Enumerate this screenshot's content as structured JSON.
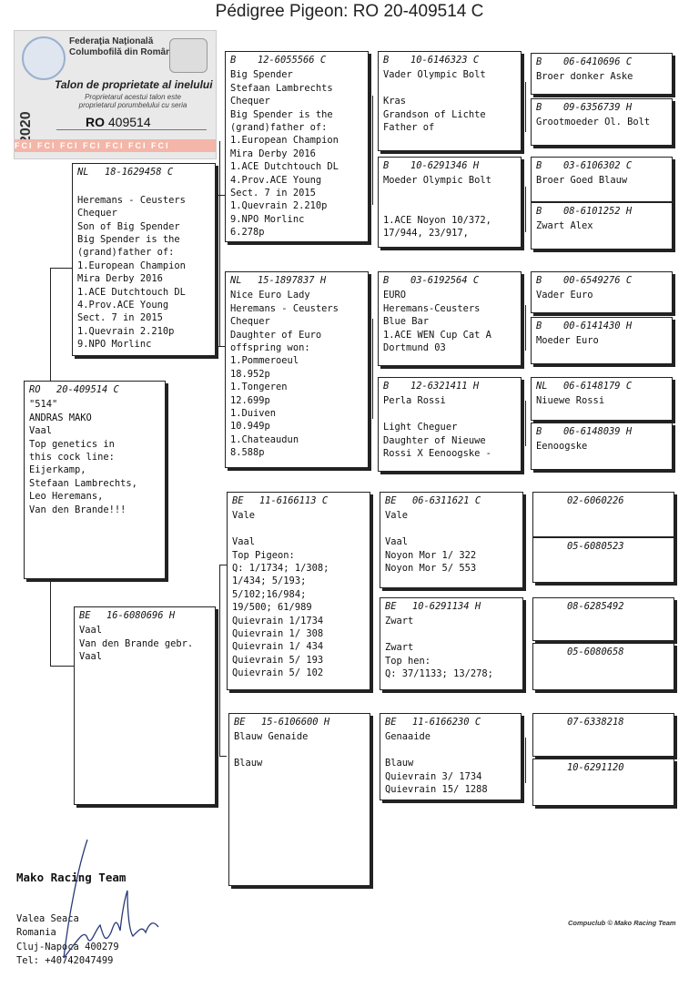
{
  "title": "Pédigree Pigeon: RO  20-409514 C",
  "stamp": {
    "federation": "Federația Națională\nColumbofilă din România",
    "talon": "Talon de proprietate al inelului",
    "note": "Proprietarul acestui talon este\nproprietarul porumbelului cu seria",
    "ring_prefix": "RO",
    "ring_number": "409514",
    "year": "2020",
    "strip": "FCI  FCI  FCI  FCI  FCI  FCI  FCI"
  },
  "subject": {
    "country": "RO",
    "ring": "20-409514 C",
    "text": "\"514\"\nANDRAS MAKO\nVaal\nTop genetics in\nthis cock line:\nEijerkamp,\nStefaan Lambrechts,\nLeo Heremans,\nVan den Brande!!!"
  },
  "father": {
    "country": "NL",
    "ring": "18-1629458 C",
    "text": "\nHeremans - Ceusters\nChequer\nSon of Big Spender\nBig Spender is the\n(grand)father of:\n1.European Champion\nMira Derby 2016\n1.ACE Dutchtouch DL\n4.Prov.ACE Young\nSect. 7 in 2015\n1.Quevrain 2.210p\n9.NPO Morlinc"
  },
  "mother": {
    "country": "BE",
    "ring": "16-6080696 H",
    "text": "Vaal\nVan den Brande gebr.\nVaal"
  },
  "gen2": [
    {
      "country": "B",
      "ring": "12-6055566 C",
      "text": "Big Spender\nStefaan Lambrechts\nChequer\nBig Spender is the\n(grand)father of:\n1.European Champion\nMira Derby 2016\n1.ACE Dutchtouch DL\n4.Prov.ACE Young\nSect. 7 in 2015\n1.Quevrain 2.210p\n9.NPO Morlinc\n6.278p"
    },
    {
      "country": "NL",
      "ring": "15-1897837 H",
      "text": "Nice Euro Lady\nHeremans - Ceusters\nChequer\nDaughter of Euro\noffspring won:\n1.Pommeroeul\n18.952p\n1.Tongeren\n12.699p\n1.Duiven\n10.949p\n1.Chateaudun\n8.588p"
    },
    {
      "country": "BE",
      "ring": "11-6166113 C",
      "text": "Vale\n\nVaal\nTop Pigeon:\nQ: 1/1734; 1/308;\n1/434; 5/193;\n5/102;16/984;\n19/500; 61/989\nQuievrain 1/1734\nQuievrain 1/ 308\nQuievrain 1/ 434\nQuievrain 5/ 193\nQuievrain 5/ 102"
    },
    {
      "country": "BE",
      "ring": "15-6106600 H",
      "text": "Blauw Genaide\n\nBlauw"
    }
  ],
  "gen3": [
    {
      "country": "B",
      "ring": "10-6146323 C",
      "text": "Vader Olympic Bolt\n\nKras\nGrandson of Lichte\nFather of"
    },
    {
      "country": "B",
      "ring": "10-6291346 H",
      "text": "Moeder Olympic Bolt\n\n\n1.ACE Noyon 10/372,\n17/944, 23/917,"
    },
    {
      "country": "B",
      "ring": "03-6192564 C",
      "text": "EURO\nHeremans-Ceusters\nBlue Bar\n1.ACE WEN Cup Cat A\nDortmund 03"
    },
    {
      "country": "B",
      "ring": "12-6321411 H",
      "text": "Perla Rossi\n\nLight Cheguer\nDaughter of Nieuwe\nRossi X Eenoogske -"
    },
    {
      "country": "BE",
      "ring": "06-6311621 C",
      "text": "Vale\n\nVaal\nNoyon Mor 1/ 322\nNoyon Mor 5/ 553"
    },
    {
      "country": "BE",
      "ring": "10-6291134 H",
      "text": "Zwart\n\nZwart\nTop hen:\nQ: 37/1133; 13/278;"
    },
    {
      "country": "BE",
      "ring": "11-6166230 C",
      "text": "Genaaide\n\nBlauw\nQuievrain 3/ 1734\nQuievrain 15/ 1288"
    }
  ],
  "gen4": [
    {
      "country": "B",
      "ring": "06-6410696 C",
      "text": "Broer donker Aske"
    },
    {
      "country": "B",
      "ring": "09-6356739 H",
      "text": "Grootmoeder Ol. Bolt"
    },
    {
      "country": "B",
      "ring": "03-6106302 C",
      "text": "Broer Goed Blauw"
    },
    {
      "country": "B",
      "ring": "08-6101252 H",
      "text": "Zwart Alex"
    },
    {
      "country": "B",
      "ring": "00-6549276 C",
      "text": "Vader Euro"
    },
    {
      "country": "B",
      "ring": "00-6141430 H",
      "text": "Moeder Euro"
    },
    {
      "country": "NL",
      "ring": "06-6148179 C",
      "text": "Niuewe Rossi"
    },
    {
      "country": "B",
      "ring": "06-6148039 H",
      "text": "Eenoogske"
    },
    {
      "country": "",
      "ring": "02-6060226",
      "text": ""
    },
    {
      "country": "",
      "ring": "05-6080523",
      "text": ""
    },
    {
      "country": "",
      "ring": "08-6285492",
      "text": ""
    },
    {
      "country": "",
      "ring": "05-6080658",
      "text": ""
    },
    {
      "country": "",
      "ring": "07-6338218",
      "text": ""
    },
    {
      "country": "",
      "ring": "10-6291120",
      "text": ""
    }
  ],
  "breeder": {
    "name": "Mako Racing Team",
    "lines": "Valea Seaca\nRomania\nCluj-Napoca 400279\nTel: +40742047499"
  },
  "footer": "Compuclub © Mako Racing Team"
}
